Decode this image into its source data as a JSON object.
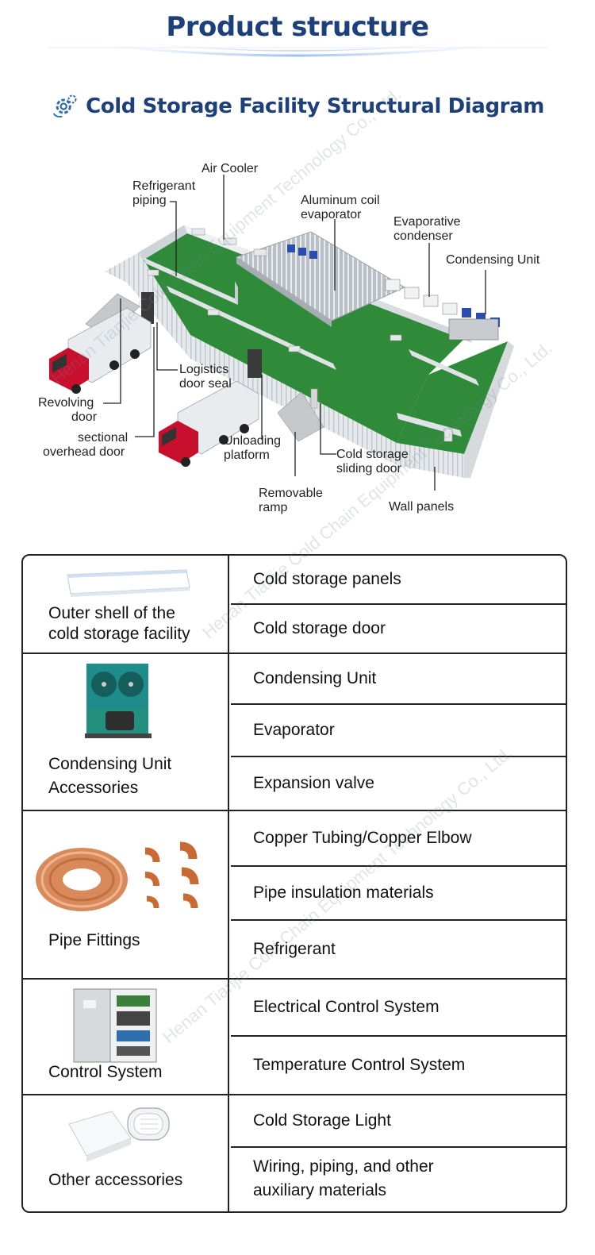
{
  "header": {
    "title": "Product structure",
    "subtitle": "Cold Storage Facility Structural Diagram",
    "subtitle_icon": "gear-icon",
    "accent_color": "#1d3f7a"
  },
  "diagram": {
    "labels": {
      "air_cooler": "Air Cooler",
      "refrigerant_piping_1": "Refrigerant",
      "refrigerant_piping_2": "piping",
      "aluminum_coil_1": "Aluminum coil",
      "aluminum_coil_2": "evaporator",
      "evaporative_condenser_1": "Evaporative",
      "evaporative_condenser_2": "condenser",
      "condensing_unit": "Condensing Unit",
      "logistics_door_seal_1": "Logistics",
      "logistics_door_seal_2": "door seal",
      "revolving_door_1": "Revolving",
      "revolving_door_2": "door",
      "sectional_door_1": "sectional",
      "sectional_door_2": "overhead door",
      "unloading_platform_1": "Unloading",
      "unloading_platform_2": "platform",
      "sliding_door_1": "Cold storage",
      "sliding_door_2": "sliding door",
      "removable_ramp_1": "Removable",
      "removable_ramp_2": "ramp",
      "wall_panels": "Wall panels"
    }
  },
  "watermark": "Henan Tianjie Cold Chain Equipment Technology Co., Ltd.",
  "table": {
    "groups": [
      {
        "label_lines": [
          "Outer shell of the",
          "cold storage facility"
        ],
        "image": "sandwich-panel-image",
        "items": [
          "Cold storage panels",
          "Cold storage door"
        ]
      },
      {
        "label_lines": [
          "Condensing Unit",
          "Accessories"
        ],
        "image": "condensing-unit-image",
        "items": [
          "Condensing Unit",
          "Evaporator",
          "Expansion valve"
        ]
      },
      {
        "label_lines": [
          "Pipe Fittings"
        ],
        "image": "copper-pipe-image",
        "items": [
          "Copper Tubing/Copper Elbow",
          "Pipe insulation materials",
          "Refrigerant"
        ]
      },
      {
        "label_lines": [
          "Control System"
        ],
        "image": "control-cabinet-image",
        "items": [
          "Electrical Control System",
          "Temperature Control System"
        ]
      },
      {
        "label_lines": [
          "Other accessories"
        ],
        "image": "cold-storage-light-image",
        "items": [
          "Cold Storage Light",
          "Wiring, piping, and other",
          "auxiliary materials"
        ]
      }
    ]
  }
}
